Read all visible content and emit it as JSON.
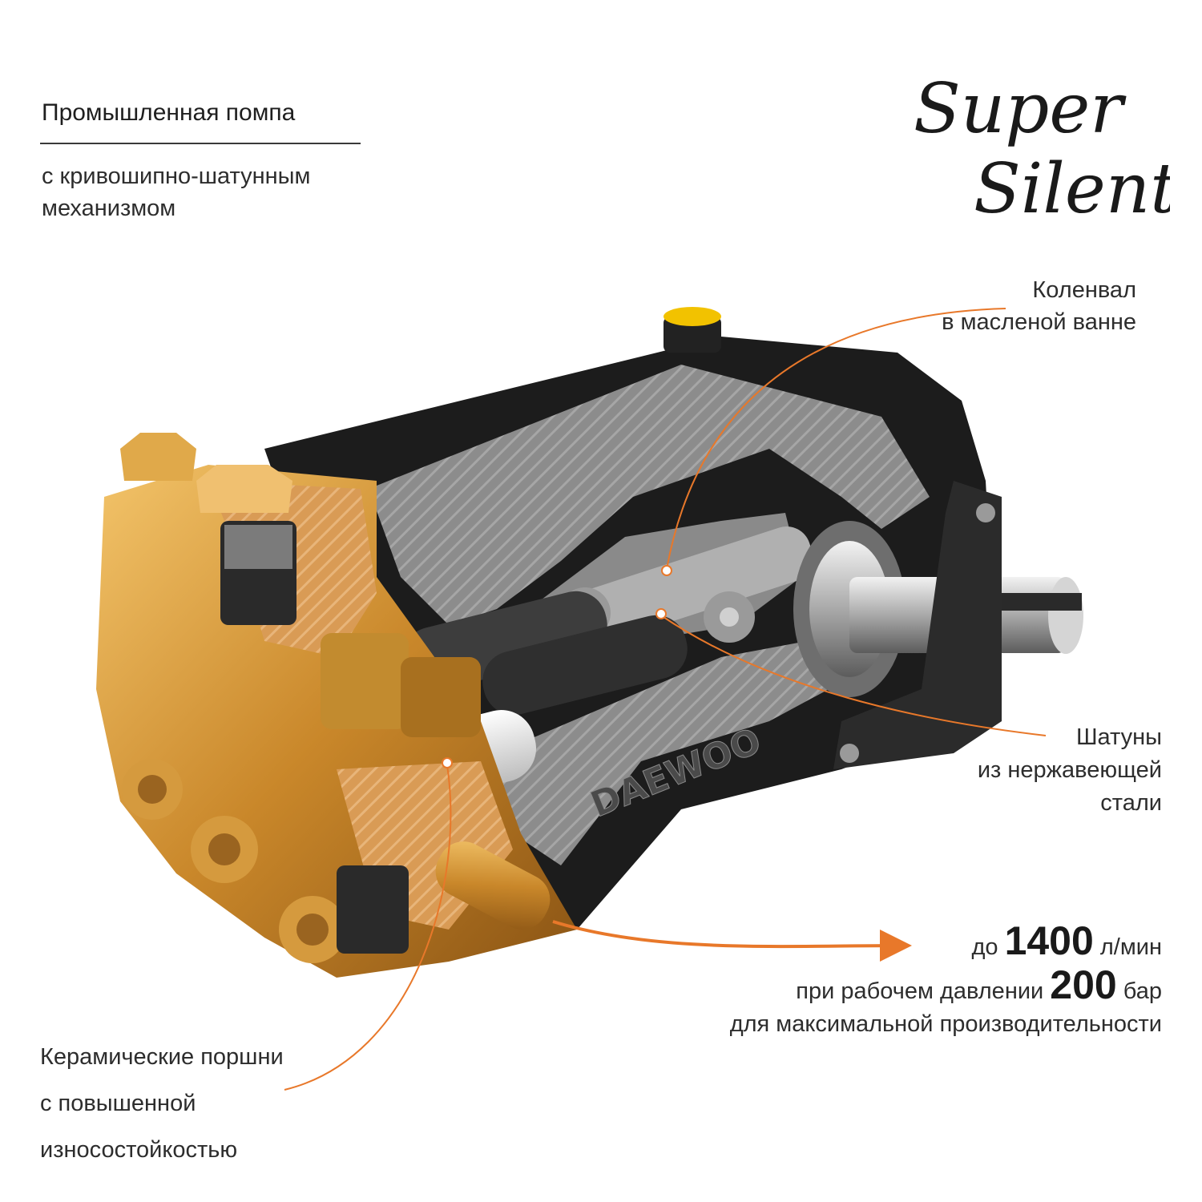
{
  "header": {
    "title": "Промышленная помпа",
    "subtitle_lines": [
      "с кривошипно-шатунным",
      "механизмом"
    ]
  },
  "logo": {
    "text_lines": [
      "Super",
      "Silent"
    ]
  },
  "brand": {
    "name": "DAEWOO"
  },
  "callouts": {
    "crankshaft": [
      "Коленвал",
      "в масленой ванне"
    ],
    "connecting_rods": [
      "Шатуны",
      "из нержавеющей",
      "стали"
    ],
    "ceramic_pistons": [
      "Керамические поршни",
      "с повышенной",
      "износостойкостью"
    ]
  },
  "specs": {
    "flow_prefix": "до",
    "flow_value": "1400",
    "flow_unit": "л/мин",
    "pressure_prefix": "при рабочем давлении",
    "pressure_value": "200",
    "pressure_unit": "бар",
    "purpose": "для максимальной производительности"
  },
  "colors": {
    "accent": "#e8782a",
    "brass": "#d49a3c",
    "housing": "#1c1c1c",
    "section": "#8f8f8f"
  },
  "icons": {
    "logo": "super-silent-script-logo",
    "product": "pump-cutaway-illustration"
  }
}
